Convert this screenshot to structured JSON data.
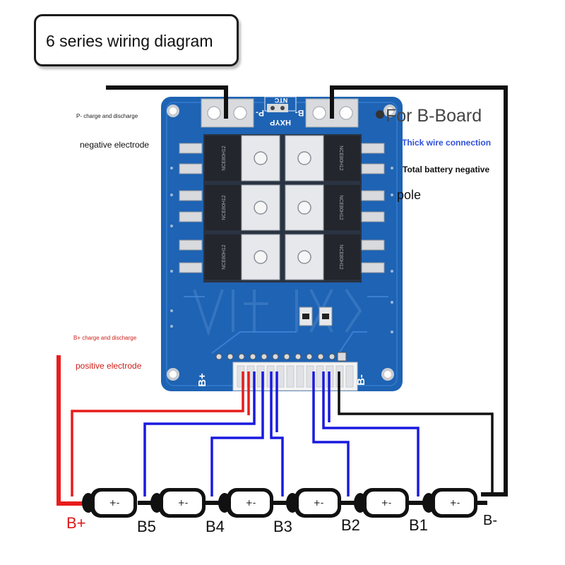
{
  "title": "6 series wiring diagram",
  "labels": {
    "p_charge": "P- charge and discharge",
    "neg_electrode": "negative electrode",
    "b_board": "For B-Board",
    "thick_wire": "Thick wire connection",
    "total_neg": "Total battery negative",
    "pole": "pole",
    "bplus_charge": "B+ charge and discharge",
    "pos_electrode": "positive electrode"
  },
  "pcb": {
    "p_minus": "P-",
    "ntc": "NTC",
    "hxyp": "HXYP",
    "b_minus_top": "B-",
    "b_plus": "B+",
    "b_minus_bottom": "B-",
    "mosfet_marks": [
      "NCE80H12",
      "NCE80H12",
      "NCE80H12",
      "NCE80H12",
      "NCE80H12",
      "NCE80H12"
    ]
  },
  "cells": [
    "+-",
    "+-",
    "+-",
    "+-",
    "+-",
    "+-"
  ],
  "nodes": {
    "bplus": "B+",
    "b5": "B5",
    "b4": "B4",
    "b3": "B3",
    "b2": "B2",
    "b1": "B1",
    "bminus": "B-"
  },
  "colors": {
    "pcb": "#1e63b4",
    "positive_wire": "#e81c1c",
    "balance_wire": "#1a1adf",
    "negative_wire": "#111111"
  }
}
